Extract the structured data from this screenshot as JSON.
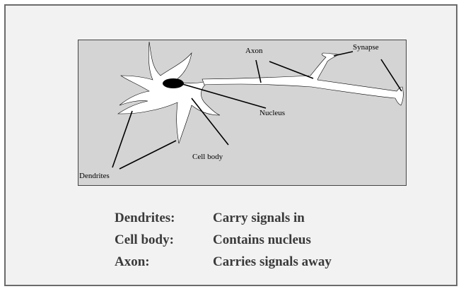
{
  "diagram": {
    "labels": {
      "axon": "Axon",
      "synapse": "Synapse",
      "nucleus": "Nucleus",
      "cell_body": "Cell body",
      "dendrites": "Dendrites"
    }
  },
  "legend": [
    {
      "term": "Dendrites:",
      "definition": "Carry signals in"
    },
    {
      "term": "Cell body:",
      "definition": "Contains nucleus"
    },
    {
      "term": "Axon:",
      "definition": "Carries signals away"
    }
  ]
}
